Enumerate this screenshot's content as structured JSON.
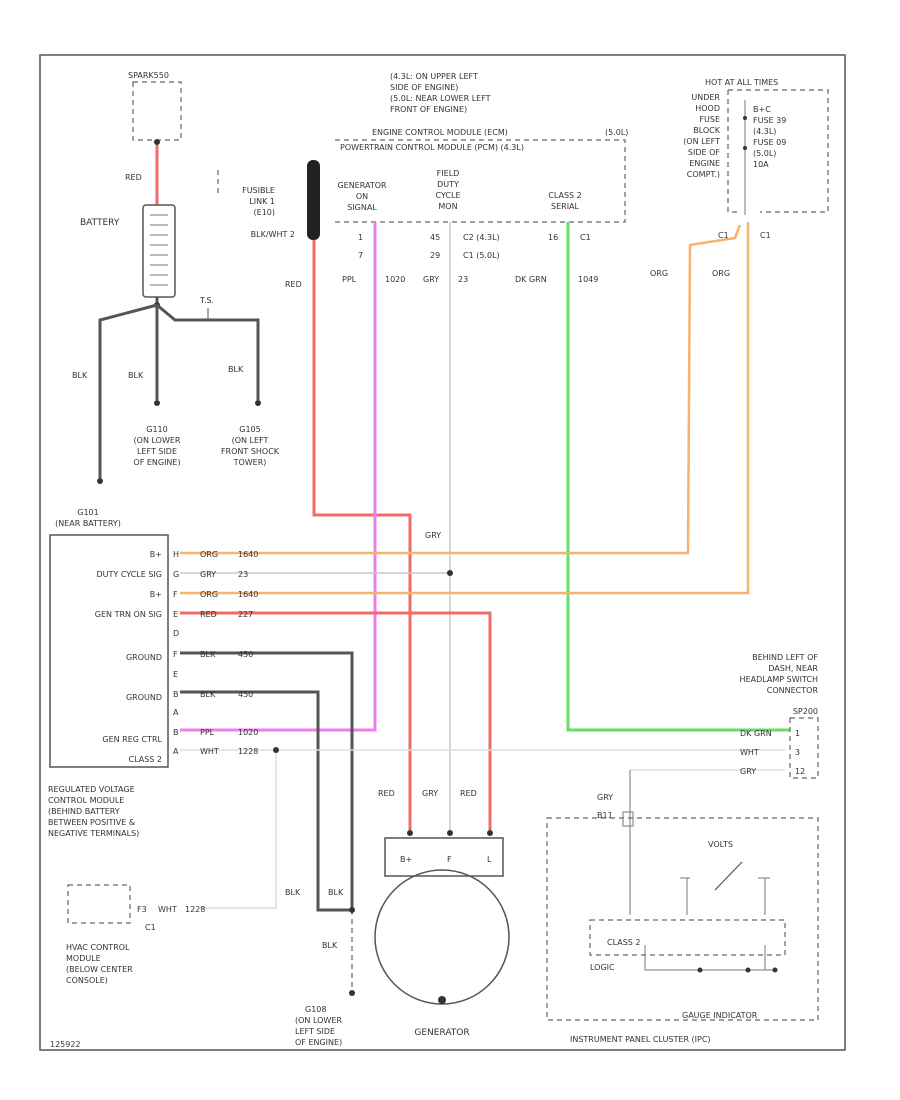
{
  "colors": {
    "red": "#f26b6b",
    "orange": "#f7b26b",
    "green": "#66dd66",
    "purple": "#f07cf0",
    "black": "#555555",
    "gray": "#c8c8c8"
  },
  "battery": {
    "label": "BATTERY",
    "top_label": "SPARK550",
    "red_wire": "RED",
    "wire_ts": "T.S.",
    "blk": "BLK"
  },
  "grounds": {
    "g110": [
      "G110",
      "(ON LOWER",
      "LEFT SIDE",
      "OF ENGINE)"
    ],
    "g105": [
      "G105",
      "(ON LEFT",
      "FRONT SHOCK",
      "TOWER)"
    ],
    "g108": [
      "G108",
      "(ON LOWER",
      "LEFT SIDE",
      "OF ENGINE)"
    ]
  },
  "fusible_link": [
    "FUSIBLE",
    "LINK 1",
    "(E10)",
    "BLK/WHT 2"
  ],
  "ecm": {
    "lines": [
      "(4.3L: ON UPPER LEFT",
      "SIDE OF ENGINE)",
      "(5.0L: NEAR LOWER LEFT",
      "FRONT OF ENGINE)",
      "ENGINE CONTROL MODULE (ECM)",
      "POWERTRAIN CONTROL MODULE (PCM) (4.3L)"
    ],
    "ver": "(5.0L)",
    "gen_on": [
      "GENERATOR",
      "ON",
      "SIGNAL"
    ],
    "field": [
      "FIELD",
      "DUTY",
      "CYCLE",
      "MON"
    ],
    "class2": [
      "CLASS 2",
      "SERIAL"
    ],
    "rows": [
      "1",
      "7",
      "45",
      "29",
      "C2 (4.3L)",
      "C1 (5.0L)",
      "16",
      "C1"
    ]
  },
  "fuse": {
    "title": "HOT AT ALL TIMES",
    "left": [
      "UNDER",
      "HOOD",
      "FUSE",
      "BLOCK",
      "(ON LEFT",
      "SIDE OF",
      "ENGINE",
      "COMPT.)"
    ],
    "right": [
      "B+C",
      "FUSE 39",
      "(4.3L)",
      "FUSE 09",
      "(5.0L)",
      "10A"
    ],
    "conn": [
      "C1",
      "C1"
    ]
  },
  "wire_labels": {
    "red": "RED",
    "ppl": "PPL",
    "ppl_num": "1020",
    "gry": "GRY",
    "gry_num": "23",
    "dkgrn": "DK GRN",
    "dkgrn_num": "1049",
    "org": "ORG",
    "org2": "ORG"
  },
  "rvc": {
    "top": [
      "G101",
      "(NEAR BATTERY)"
    ],
    "pins": [
      "B+",
      "DUTY CYCLE SIG",
      "B+",
      "GEN TRN ON SIG",
      "",
      "GROUND",
      "",
      "GROUND",
      "",
      "GEN REG CTRL",
      "CLASS 2"
    ],
    "pin_nums": [
      "H",
      "G",
      "F",
      "E",
      "D",
      "F",
      "E",
      "B",
      "A",
      "B",
      "A"
    ],
    "wires": [
      "ORG",
      "1640",
      "GRY",
      "23",
      "ORG",
      "1640",
      "RED",
      "227",
      "BLK",
      "450",
      "BLK",
      "450",
      "PPL",
      "1020",
      "WHT",
      "1228"
    ],
    "caption": [
      "REGULATED VOLTAGE",
      "CONTROL MODULE",
      "(BEHIND BATTERY",
      "BETWEEN POSITIVE &",
      "NEGATIVE TERMINALS)"
    ]
  },
  "hvac": {
    "pin": "F3",
    "wire": "WHT",
    "num": "1228",
    "conn": "C1",
    "caption": [
      "HVAC CONTROL",
      "MODULE",
      "(BELOW CENTER",
      "CONSOLE)"
    ]
  },
  "generator": {
    "labels": [
      "RED",
      "GRY",
      "RED"
    ],
    "terms": [
      "B+",
      "F",
      "L"
    ],
    "caption": "GENERATOR",
    "blk": "BLK"
  },
  "headlamp_conn": {
    "caption": [
      "BEHIND LEFT OF",
      "DASH, NEAR",
      "HEADLAMP SWITCH",
      "CONNECTOR"
    ],
    "id": "SP200",
    "rows": [
      "DK GRN",
      "WHT",
      "GRY"
    ],
    "nums": [
      "1",
      "3",
      "12"
    ]
  },
  "ipc": {
    "gry": "GRY",
    "pin": "B11",
    "volts": "VOLTS",
    "class2": "CLASS 2",
    "logic": "LOGIC",
    "gauge": "GAUGE INDICATOR",
    "caption": "INSTRUMENT PANEL CLUSTER (IPC)"
  },
  "footer": "125922"
}
